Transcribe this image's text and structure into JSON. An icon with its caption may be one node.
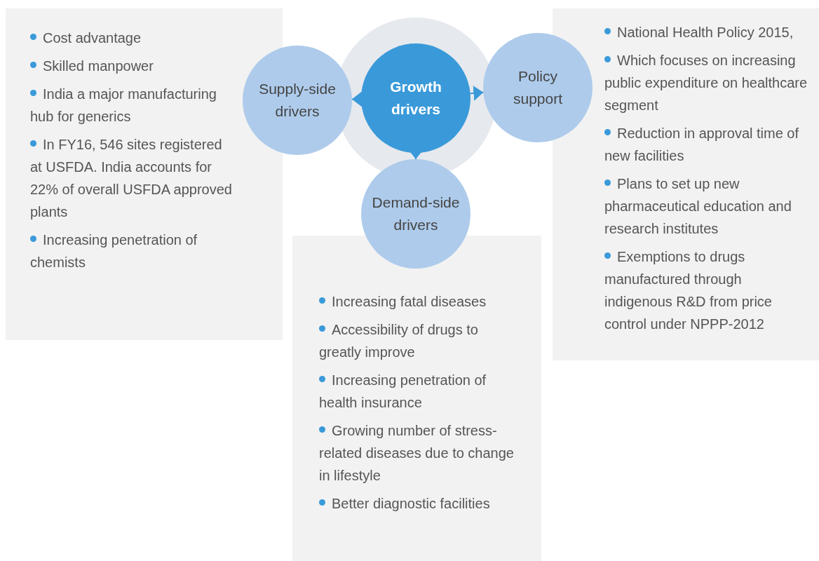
{
  "diagram": {
    "nodes": [
      {
        "text": [
          "Growth drivers"
        ]
      },
      {
        "text": [
          "Supply-side drivers"
        ]
      },
      {
        "text": [
          "Policy support"
        ]
      },
      {
        "text": [
          "Demand-side drivers"
        ]
      },
      {
        "text": [
          "Cost advantage",
          "Skilled manpower",
          "India a major manufacturing hub for generics",
          "In FY16, 546 sites registered at USFDA. India accounts for 22% of overall USFDA approved plants",
          "Increasing penetration of chemists"
        ]
      },
      {
        "text": [
          "Increasing fatal diseases",
          "Accessibility of drugs to greatly improve",
          "Increasing penetration of health insurance",
          "Growing number of stress-related diseases due to change in lifestyle",
          "Better diagnostic facilities"
        ]
      },
      {
        "text": [
          "National Health Policy 2015,",
          "Which focuses on increasing public expenditure on healthcare segment",
          "Reduction in approval time of new facilities",
          "Plans to set up new pharmaceutical education and research institutes",
          "Exemptions to drugs manufactured through indigenous R&D from price control under NPPP-2012"
        ]
      }
    ],
    "edges": [
      {
        "from": 0,
        "to": 1,
        "arrow": "to"
      },
      {
        "from": 0,
        "to": 2,
        "arrow": "to"
      },
      {
        "from": 0,
        "to": 3,
        "arrow": "to"
      }
    ]
  }
}
